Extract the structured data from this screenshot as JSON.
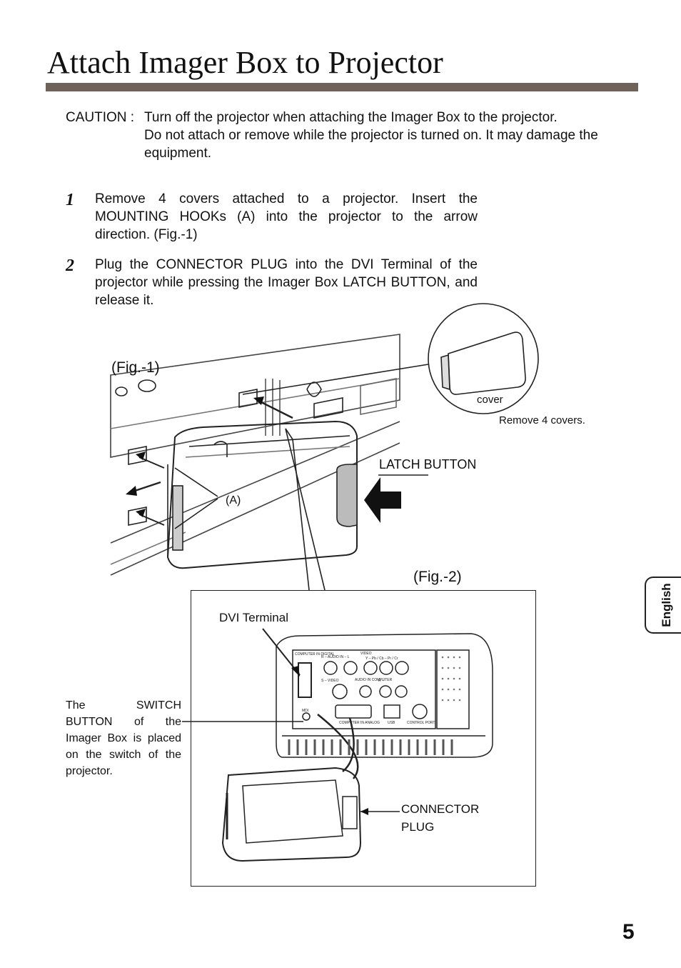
{
  "page": {
    "title": "Attach Imager Box to Projector",
    "page_number": "5",
    "language_tab": "English"
  },
  "caution": {
    "label": "CAUTION :",
    "line1": "Turn off the projector when attaching the Imager Box to the projector.",
    "line2": "Do not attach or remove while the projector is turned on.  It may damage the equipment."
  },
  "steps": [
    {
      "num": "1",
      "text": "Remove 4 covers attached to a projector.  Insert the MOUNTING HOOKs (A) into the projector to the arrow direction.  (Fig.-1)"
    },
    {
      "num": "2",
      "text": "Plug the CONNECTOR PLUG into the DVI Terminal of the projector while pressing the Imager Box LATCH BUTTON, and release it."
    }
  ],
  "figure1": {
    "label": "(Fig.-1)",
    "cover_label": "cover",
    "remove_note": "Remove 4 covers.",
    "latch_label": "LATCH BUTTON",
    "hook_label": "(A)"
  },
  "figure2": {
    "label": "(Fig.-2)",
    "dvi_label": "DVI Terminal",
    "connector_label_1": "CONNECTOR",
    "connector_label_2": "PLUG",
    "switch_note": "The SWITCH BUTTON of the Imager Box is placed on the switch of the projector.",
    "panel": {
      "computer_in_digital": "COMPUTER IN DIGITAL",
      "audio_in": "R – AUDIO IN – L",
      "video": "VIDEO",
      "video_sub": "Y  –  Pb / Cb  –  Pr / Cr",
      "s_video": "S – VIDEO",
      "audio_in_computer": "AUDIO IN COMPUTER",
      "r_l": "R –",
      "mdi": "MDI",
      "computer_in_analog": "COMPUTER IN ANALOG",
      "usb": "USB",
      "control_port": "CONTROL PORT"
    }
  }
}
